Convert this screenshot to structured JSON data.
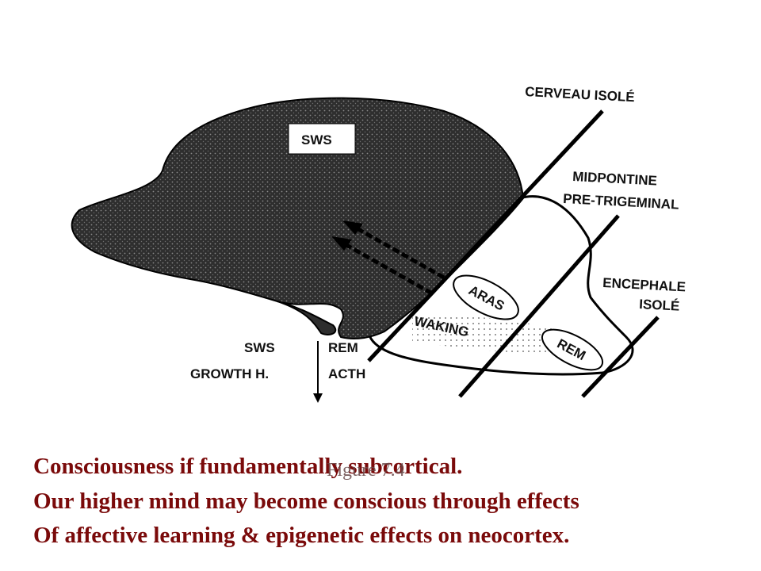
{
  "diagram": {
    "labels": {
      "sws_top": "SWS",
      "cerveau_isole": "CERVEAU ISOLÉ",
      "midpontine_1": "MIDPONTINE",
      "midpontine_2": "PRE-TRIGEMINAL",
      "encephale_1": "ENCEPHALE",
      "encephale_2": "ISOLÉ",
      "aras": "ARAS",
      "waking": "WAKING",
      "rem_brainstem": "REM",
      "sws_bottom": "SWS",
      "growth_h": "GROWTH H.",
      "rem_bottom": "REM",
      "acth": "ACTH"
    },
    "colors": {
      "brain_fill": "#3a3a3a",
      "line": "#000000"
    }
  },
  "caption": {
    "line1": "Consciousness if fundamentally subcortical.",
    "line2": "Our higher mind may become conscious through effects",
    "line3": "Of affective learning & epigenetic effects on neocortex.",
    "overlay": "Figure 7.4"
  },
  "colors": {
    "caption_text": "#7a0a0a"
  }
}
